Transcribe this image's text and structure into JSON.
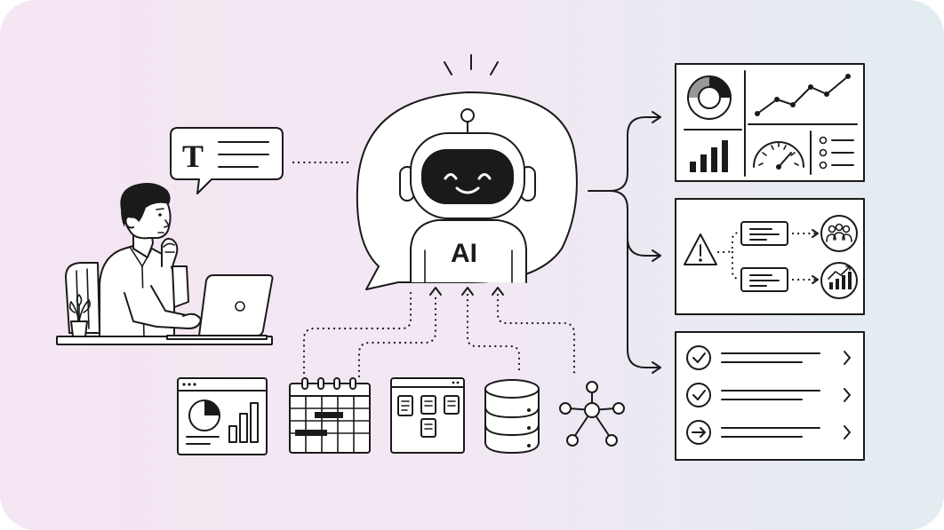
{
  "robot_badge": "AI",
  "text_bubble_glyph": "T",
  "palette": {
    "background_left": "#f4e6f2",
    "background_right": "#e2ecf1",
    "ink": "#1a1a1a",
    "paper": "#ffffff"
  },
  "source_icons": [
    "browser-analytics-icon",
    "calendar-schedule-icon",
    "kanban-board-icon",
    "database-icon",
    "network-nodes-icon"
  ],
  "output_panels": [
    "dashboard-panel",
    "alert-routing-panel",
    "checklist-panel"
  ]
}
